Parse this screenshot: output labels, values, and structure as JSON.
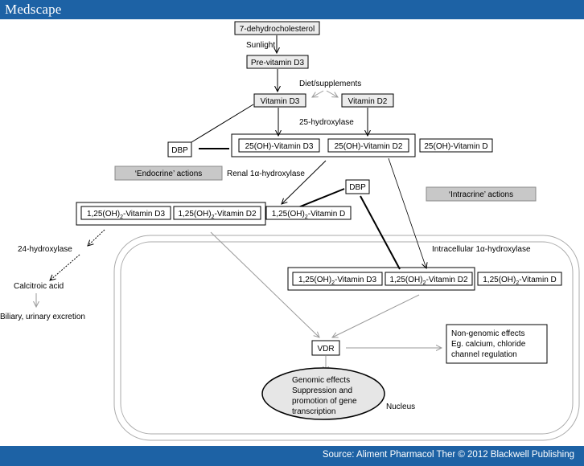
{
  "header": {
    "logo": "Medscape"
  },
  "footer": {
    "source": "Source: Aliment Pharmacol Ther © 2012 Blackwell Publishing"
  },
  "colors": {
    "bar": "#1d62a5",
    "gray_box": "#c8c8c8",
    "light_box": "#ececec",
    "nucleus": "#e6e6e6"
  },
  "diagram": {
    "dehydro": "7-dehydrocholesterol",
    "sunlight": "Sunlight",
    "previtd3": "Pre-vitamin D3",
    "diet": "Diet/supplements",
    "vitd3": "Vitamin D3",
    "vitd2": "Vitamin D2",
    "hydroxylase25": "25-hydroxylase",
    "dbp": "DBP",
    "oh_d3": "25(OH)-Vitamin D3",
    "oh_d2": "25(OH)-Vitamin D2",
    "oh_d": "25(OH)-Vitamin D",
    "endocrine": "‘Endocrine’ actions",
    "renal": "Renal 1α-hydroxylase",
    "intracrine": "‘Intracrine’ actions",
    "prefix": "1,25(OH)",
    "sub2": "2",
    "suffix_d3": "-Vitamin D3",
    "suffix_d2": "-Vitamin D2",
    "suffix_d": "-Vitamin D",
    "hydroxylase24": "24-hydroxylase",
    "calcitroic": "Calcitroic acid",
    "biliary": "Biliary, urinary excretion",
    "intracellular": "Intracellular 1α-hydroxylase",
    "vdr": "VDR",
    "nongenomic1": "Non-genomic effects",
    "nongenomic2": "Eg. calcium, chloride",
    "nongenomic3": "channel regulation",
    "genomic1": "Genomic effects",
    "genomic2": "Suppression and",
    "genomic3": "promotion of gene",
    "genomic4": "transcription",
    "nucleus": "Nucleus"
  }
}
